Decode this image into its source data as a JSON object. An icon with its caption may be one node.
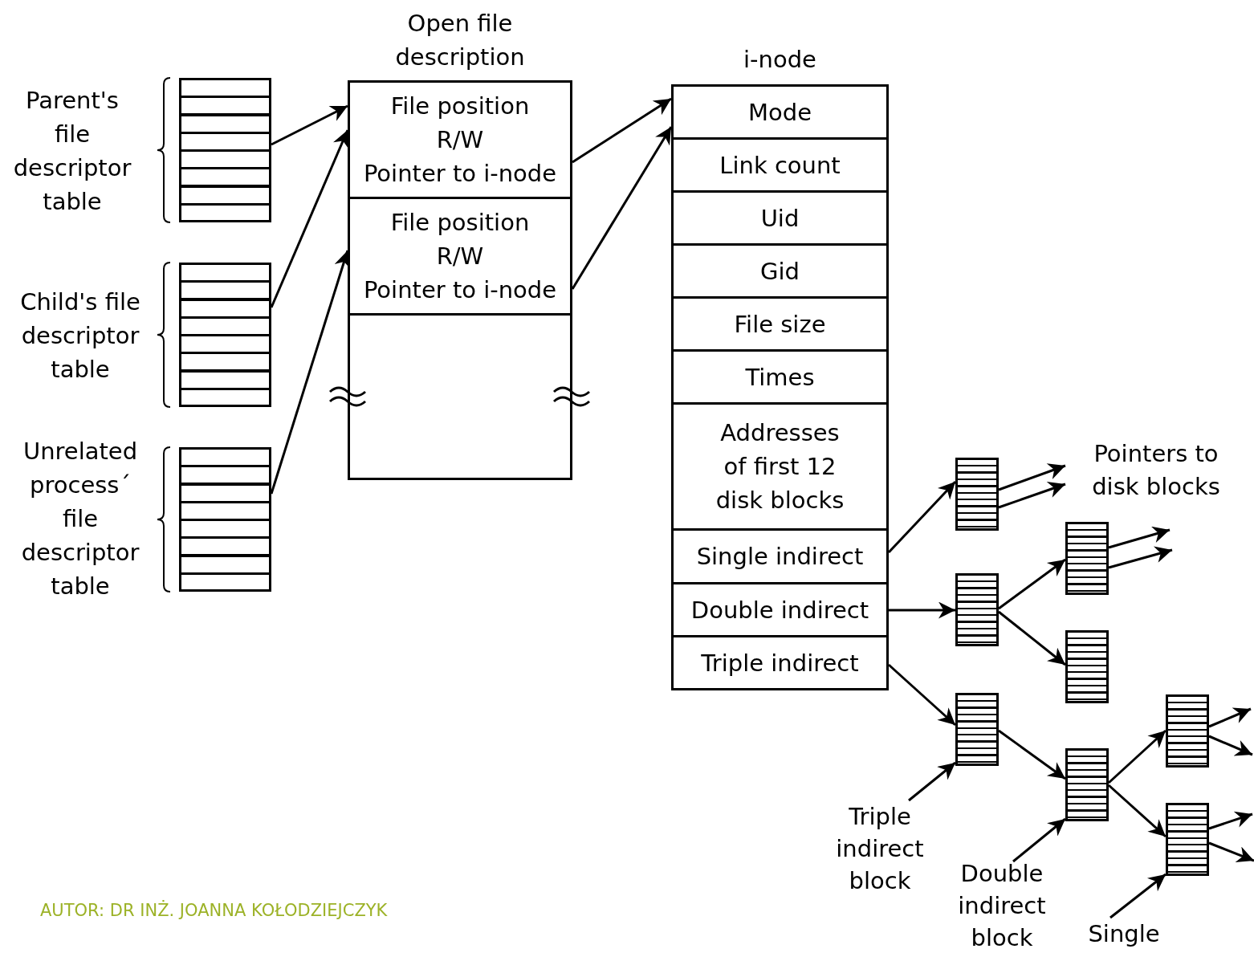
{
  "diagram": {
    "nodes": [
      {
        "text": [],
        "shape": "box",
        "beside": [
          "Parent's file descriptor table"
        ]
      },
      {
        "text": [],
        "shape": "box",
        "beside": [
          "Child's file descriptor table"
        ]
      },
      {
        "text": [],
        "shape": "box",
        "beside": [
          "Unrelated process´ file descriptor table"
        ]
      },
      {
        "text": [
          "Open file description"
        ]
      },
      {
        "text": [
          "File position",
          "R/W",
          "Pointer to i-node"
        ],
        "in": 3
      },
      {
        "text": [
          "File position",
          "R/W",
          "Pointer to i-node"
        ],
        "in": 3
      },
      {
        "text": [
          "i-node"
        ]
      },
      {
        "text": [
          "Mode"
        ],
        "in": 6
      },
      {
        "text": [
          "Link count"
        ],
        "in": 6
      },
      {
        "text": [
          "Uid"
        ],
        "in": 6
      },
      {
        "text": [
          "Gid"
        ],
        "in": 6
      },
      {
        "text": [
          "File size"
        ],
        "in": 6
      },
      {
        "text": [
          "Times"
        ],
        "in": 6
      },
      {
        "text": [
          "Addresses of first 12 disk blocks"
        ],
        "in": 6
      },
      {
        "text": [
          "Single indirect"
        ],
        "in": 6
      },
      {
        "text": [
          "Double indirect"
        ],
        "in": 6
      },
      {
        "text": [
          "Triple indirect"
        ],
        "in": 6
      },
      {
        "text": [],
        "shape": "box"
      },
      {
        "text": [],
        "shape": "box"
      },
      {
        "text": [],
        "shape": "box"
      },
      {
        "text": [],
        "shape": "box"
      },
      {
        "text": [],
        "shape": "box"
      },
      {
        "text": [],
        "shape": "box"
      },
      {
        "text": [],
        "shape": "box"
      },
      {
        "text": [],
        "shape": "box"
      },
      {
        "text": [
          "Triple indirect block"
        ]
      },
      {
        "text": [
          "Double indirect block"
        ]
      },
      {
        "text": [
          "Single"
        ]
      }
    ],
    "edges": [
      {
        "from": 0,
        "to": 4,
        "arrow": "to"
      },
      {
        "from": 1,
        "to": 4,
        "arrow": "to"
      },
      {
        "from": 2,
        "to": 5,
        "arrow": "to"
      },
      {
        "from": 4,
        "to": 6,
        "arrow": "to"
      },
      {
        "from": 5,
        "to": 6,
        "arrow": "to"
      },
      {
        "from": 14,
        "to": 17,
        "arrow": "to"
      },
      {
        "from": 17,
        "to": null,
        "arrow": "to"
      },
      {
        "from": 17,
        "to": null,
        "arrow": "to"
      },
      {
        "from": 15,
        "to": 18,
        "arrow": "to"
      },
      {
        "from": 18,
        "to": 19,
        "arrow": "to"
      },
      {
        "from": 18,
        "to": 20,
        "arrow": "to"
      },
      {
        "from": 19,
        "to": null,
        "arrow": "to"
      },
      {
        "from": 19,
        "to": null,
        "arrow": "to"
      },
      {
        "from": 16,
        "to": 21,
        "arrow": "to"
      },
      {
        "from": 21,
        "to": 22,
        "arrow": "to"
      },
      {
        "from": 22,
        "to": 23,
        "arrow": "to"
      },
      {
        "from": 22,
        "to": 24,
        "arrow": "to"
      },
      {
        "from": 23,
        "to": null,
        "arrow": "to"
      },
      {
        "from": 23,
        "to": null,
        "arrow": "to"
      },
      {
        "from": 24,
        "to": null,
        "arrow": "to"
      },
      {
        "from": 24,
        "to": null,
        "arrow": "to"
      },
      {
        "from": 25,
        "to": 21,
        "arrow": "to"
      },
      {
        "from": 26,
        "to": 22,
        "arrow": "to"
      },
      {
        "from": 27,
        "to": 24,
        "arrow": "to"
      }
    ],
    "labels": [
      "Pointers to disk blocks",
      "AUTOR: DR INŻ. JOANNA KOŁODZIEJCZYK"
    ]
  }
}
